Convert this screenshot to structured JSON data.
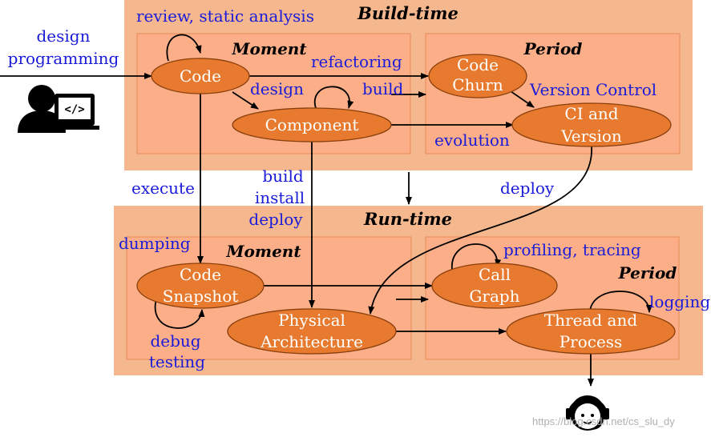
{
  "panels": {
    "build_time": "Build-time",
    "run_time": "Run-time",
    "moment": "Moment",
    "period": "Period"
  },
  "nodes": {
    "code": "Code",
    "component": "Component",
    "code_churn": [
      "Code",
      "Churn"
    ],
    "ci_version": [
      "CI and",
      "Version"
    ],
    "code_snapshot": [
      "Code",
      "Snapshot"
    ],
    "physical_architecture": [
      "Physical",
      "Architecture"
    ],
    "call_graph": [
      "Call",
      "Graph"
    ],
    "thread_process": [
      "Thread and",
      "Process"
    ]
  },
  "labels": {
    "review": "review, static analysis",
    "design_programming": [
      "design",
      "programming"
    ],
    "refactoring": "refactoring",
    "design": "design",
    "build": "build",
    "version_control": "Version Control",
    "evolution": "evolution",
    "execute": "execute",
    "build_install_deploy": [
      "build",
      "install",
      "deploy"
    ],
    "deploy": "deploy",
    "dumping": "dumping",
    "profiling": "profiling, tracing",
    "logging": "logging",
    "debug_testing": [
      "debug",
      "testing"
    ]
  },
  "icons": {
    "developer": "developer-at-computer-icon",
    "operator": "support-agent-headset-icon"
  },
  "watermark": "https://blog.csdn.net/cs_slu_dy",
  "colors": {
    "outer_panel": "#f5b88e",
    "inner_panel": "#fbae88",
    "node_fill": "#e77a2e",
    "label_text": "#1a1ad9"
  }
}
